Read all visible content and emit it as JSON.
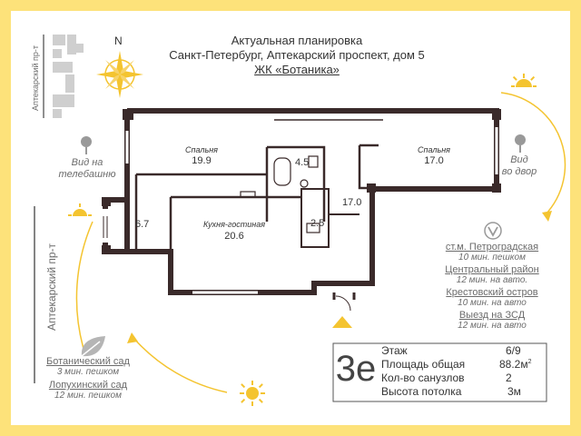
{
  "header": {
    "line1": "Актуальная планировка",
    "line2": "Санкт-Петербург, Аптекарский проспект, дом 5",
    "line3": "ЖК «Ботаника»"
  },
  "compass": {
    "north": "N"
  },
  "street_small": "Аптекарский пр-т",
  "street_large": "Аптекарский пр-т",
  "views": {
    "tv": {
      "line1": "Вид на",
      "line2": "телебашню"
    },
    "yard": {
      "line1": "Вид",
      "line2": "во двор"
    }
  },
  "rooms": [
    {
      "name": "Спальня",
      "area": "19.9"
    },
    {
      "name": "Спальня",
      "area": "17.0"
    },
    {
      "name": "Кухня-гостиная",
      "area": "20.6"
    },
    {
      "name": "",
      "area": "4.5"
    },
    {
      "name": "",
      "area": "2.5"
    },
    {
      "name": "",
      "area": "17.0"
    },
    {
      "name": "",
      "area": "6.7"
    }
  ],
  "transport": {
    "metro_icon": "metro-icon",
    "items": [
      {
        "title": "ст.м. Петроградская",
        "detail": "10 мин. пешком"
      },
      {
        "title": "Центральный район",
        "detail": "12 мин. на авто."
      },
      {
        "title": "Крестовский остров",
        "detail": "10 мин. на авто"
      },
      {
        "title": "Выезд на ЗСД",
        "detail": "12 мин. на авто"
      }
    ]
  },
  "parks": [
    {
      "title": "Ботанический сад",
      "detail": "3 мин. пешком"
    },
    {
      "title": "Лопухинский сад",
      "detail": "12 мин. пешком"
    }
  ],
  "info": {
    "type_label": "3е",
    "rows": [
      {
        "label": "Этаж",
        "value": "6/9",
        "sup": ""
      },
      {
        "label": "Площадь общая",
        "value": "88.2м",
        "sup": "2"
      },
      {
        "label": "Кол-во санузлов",
        "value": "2",
        "sup": ""
      },
      {
        "label": "Высота потолка",
        "value": "3м",
        "sup": ""
      }
    ]
  },
  "colors": {
    "frame": "#fde27a",
    "accent": "#f4c430",
    "wall": "#3a2a2a",
    "text": "#333333"
  }
}
